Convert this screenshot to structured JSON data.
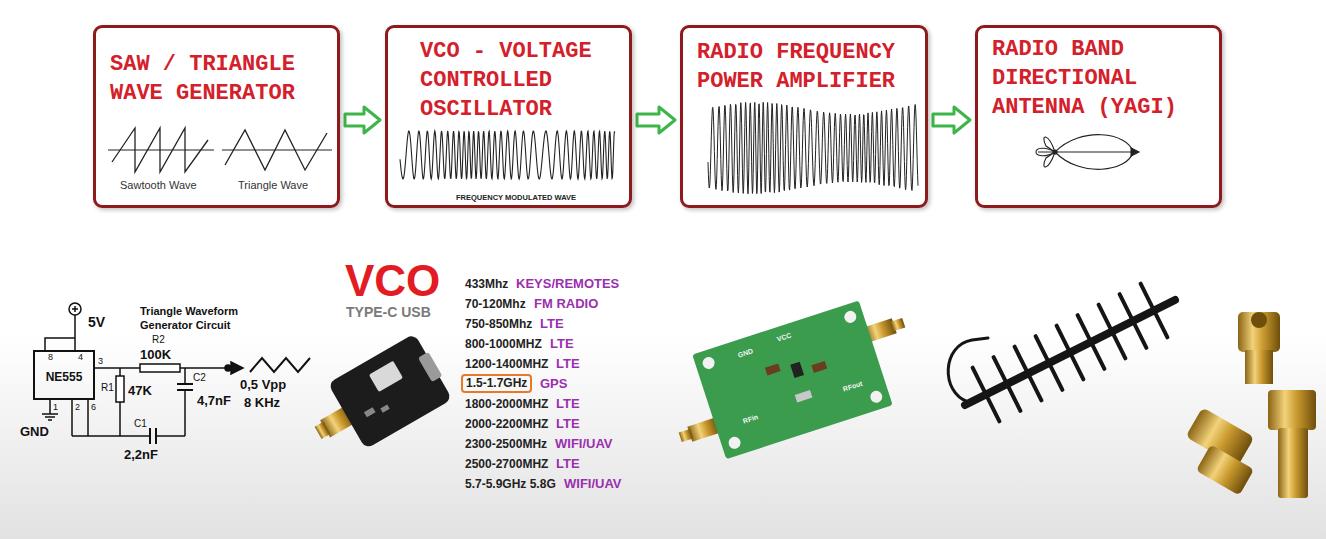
{
  "diagram": {
    "nodes": [
      {
        "text": [
          "SAW / TRIANGLE WAVE GENERATOR",
          "Sawtooth Wave",
          "Triangle Wave"
        ]
      },
      {
        "text": [
          "VCO - VOLTAGE CONTROLLED OSCILLATOR",
          "FREQUENCY MODULATED WAVE"
        ]
      },
      {
        "text": [
          "RADIO FREQUENCY POWER AMPLIFIER"
        ]
      },
      {
        "text": [
          "RADIO BAND DIRECTIONAL ANTENNA (YAGI)"
        ]
      },
      {
        "text": [
          "NE555"
        ]
      },
      {
        "text": [
          "1.5-1.7GHz"
        ]
      }
    ],
    "edges": [
      {
        "from": 0,
        "to": 1,
        "arrow": "to"
      },
      {
        "from": 1,
        "to": 2,
        "arrow": "to"
      },
      {
        "from": 2,
        "to": 3,
        "arrow": "to"
      }
    ],
    "labels": [
      "Triangle Waveform Generator Circuit",
      "5V",
      "8",
      "4",
      "3",
      "1",
      "2",
      "6",
      "GND",
      "R2",
      "100K",
      "R1",
      "47K",
      "C1",
      "2,2nF",
      "C2",
      "4,7nF",
      "0,5 Vpp",
      "8 KHz",
      "VCO",
      "TYPE-C USB",
      "433Mhz",
      "KEYS/REMOTES",
      "70-120Mhz",
      "FM RADIO",
      "750-850Mhz",
      "LTE",
      "800-1000MHZ",
      "LTE",
      "1200-1400MHZ",
      "LTE",
      "GPS",
      "1800-2000MHZ",
      "LTE",
      "2000-2200MHZ",
      "LTE",
      "2300-2500MHz",
      "WIFI/UAV",
      "2500-2700MHZ",
      "LTE",
      "5.7-5.9GHz 5.8G",
      "WIFI/UAV",
      "GND",
      "VCC",
      "RFin",
      "RFout"
    ]
  }
}
